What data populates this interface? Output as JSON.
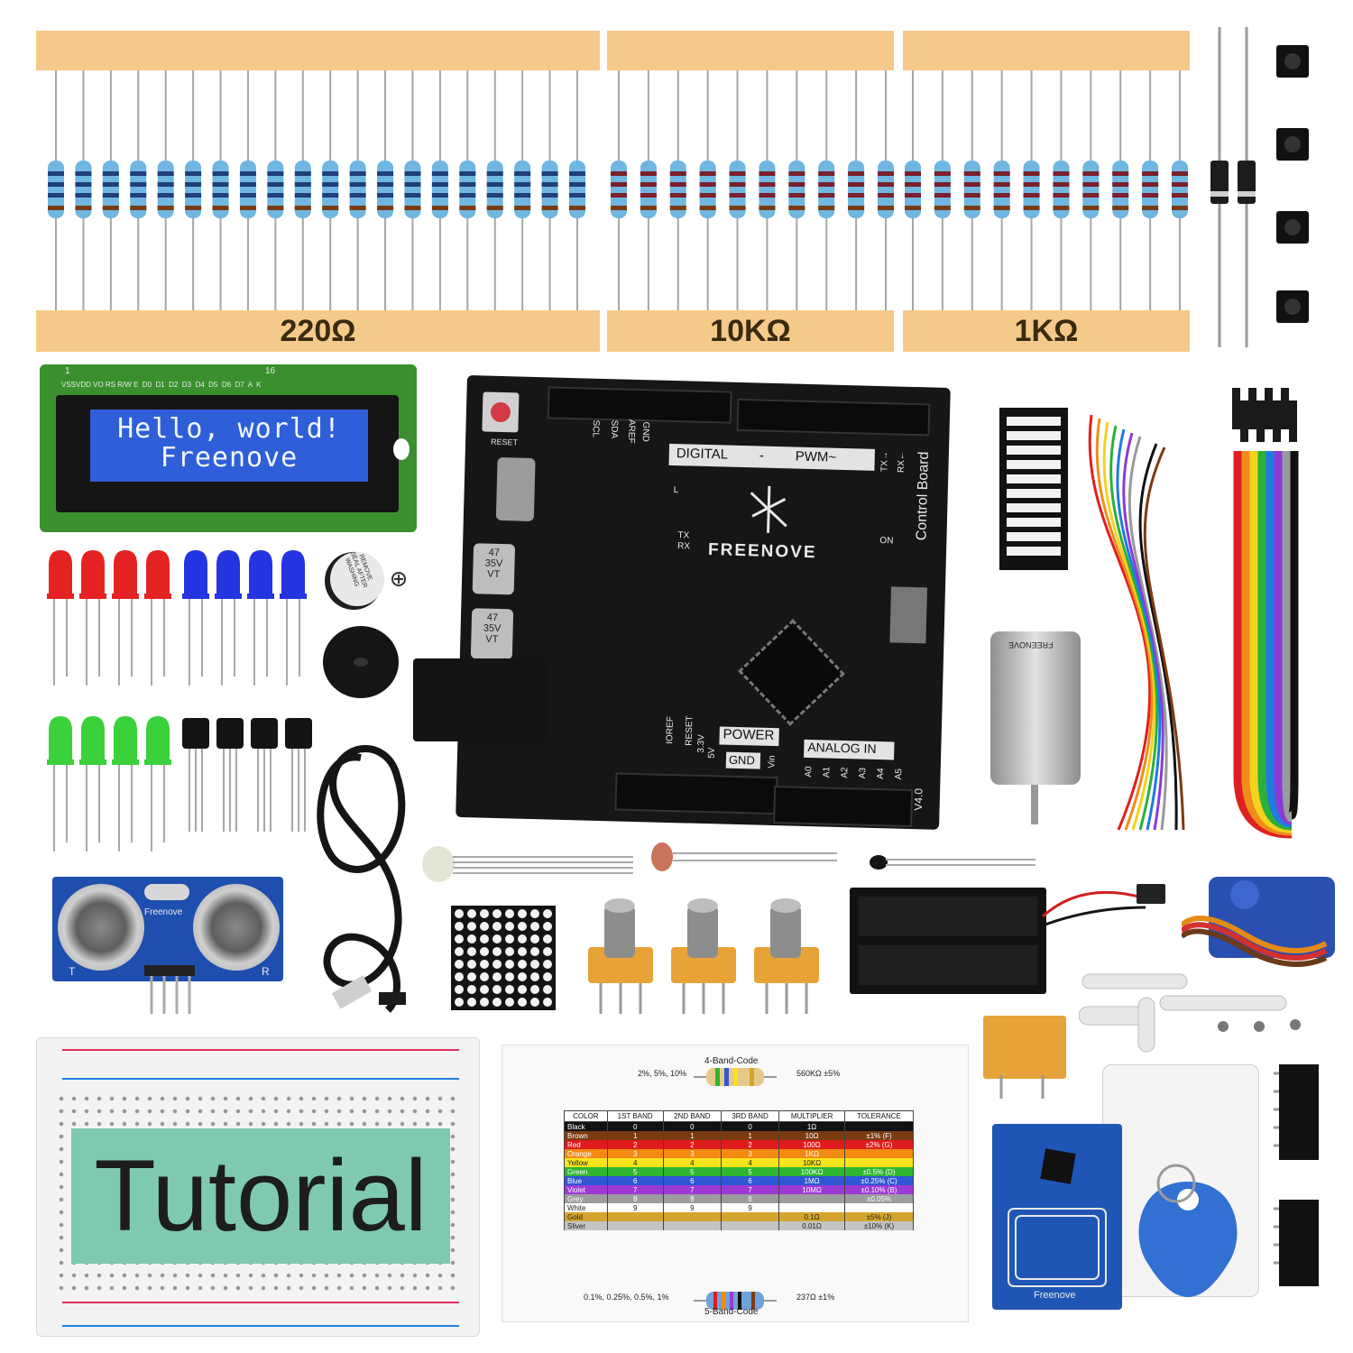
{
  "resistor_strips": [
    {
      "label": "220Ω",
      "count": 20,
      "band": "#1f3f7a"
    },
    {
      "label": "10KΩ",
      "count": 10,
      "band": "#7b1f2d"
    },
    {
      "label": "1KΩ",
      "count": 10,
      "band": "#7b1f2d"
    }
  ],
  "lcd": {
    "line1": "Hello, world!",
    "line2": "Freenove",
    "pins_left": "1",
    "pins_right": "16",
    "pin_labels": "VSSVDD VO RS R/W E  D0  D1  D2  D3  D4  D5  D6  D7  A  K"
  },
  "board": {
    "brand": "FREENOVE",
    "title": "Control Board",
    "reset": "RESET",
    "digital": "DIGITAL",
    "dash": "-",
    "pwm": "PWM~",
    "tx": "TX",
    "rx": "RX",
    "led_l": "L",
    "led_tx": "TX",
    "led_rx": "RX",
    "on": "ON",
    "power": "POWER",
    "analog": "ANALOG IN",
    "gnd": "GND",
    "version": "V4.0",
    "cap_value": "47",
    "cap_voltage": "35V",
    "cap_vt": "VT",
    "power_pins": [
      "IOREF",
      "RESET",
      "3.3V",
      "5V",
      "GND",
      "Vin"
    ],
    "analog_pins": [
      "A0",
      "A1",
      "A2",
      "A3",
      "A4",
      "A5"
    ],
    "top_pins": [
      "SCL",
      "SDA",
      "AREF",
      "GND"
    ],
    "tx_arrow": "TX→",
    "rx_arrow": "RX←"
  },
  "buzzer_sticker": "REMOVE SEAL AFTER WASHING",
  "ultrasonic": {
    "brand": "Freenove",
    "t": "T",
    "r": "R"
  },
  "breadboard_label": "Tutorial",
  "motor_label": "FREENOVE",
  "rfid_label": "Freenove",
  "color_card": {
    "four_band_title": "4-Band-Code",
    "four_band_left": "2%, 5%, 10%",
    "four_band_right": "560KΩ ±5%",
    "five_band_title": "5-Band-Code",
    "five_band_left": "0.1%, 0.25%, 0.5%, 1%",
    "five_band_right": "237Ω ±1%",
    "headers": [
      "COLOR",
      "1ST BAND",
      "2ND BAND",
      "3RD BAND",
      "MULTIPLIER",
      "TOLERANCE"
    ],
    "rows": [
      {
        "color": "Black",
        "b1": "0",
        "b2": "0",
        "b3": "0",
        "mult": "1Ω",
        "tol": "",
        "hex": "#111111",
        "fg": "#ffffff"
      },
      {
        "color": "Brown",
        "b1": "1",
        "b2": "1",
        "b3": "1",
        "mult": "10Ω",
        "tol": "±1%    (F)",
        "hex": "#7a3b12",
        "fg": "#ffffff"
      },
      {
        "color": "Red",
        "b1": "2",
        "b2": "2",
        "b3": "2",
        "mult": "100Ω",
        "tol": "±2%    (G)",
        "hex": "#e01b1b",
        "fg": "#ffffff"
      },
      {
        "color": "Orange",
        "b1": "3",
        "b2": "3",
        "b3": "3",
        "mult": "1KΩ",
        "tol": "",
        "hex": "#f28a12",
        "fg": "#ffffff"
      },
      {
        "color": "Yellow",
        "b1": "4",
        "b2": "4",
        "b3": "4",
        "mult": "10KΩ",
        "tol": "",
        "hex": "#f7e41c",
        "fg": "#222222"
      },
      {
        "color": "Green",
        "b1": "5",
        "b2": "5",
        "b3": "5",
        "mult": "100KΩ",
        "tol": "±0.5%  (D)",
        "hex": "#2fb52f",
        "fg": "#ffffff"
      },
      {
        "color": "Blue",
        "b1": "6",
        "b2": "6",
        "b3": "6",
        "mult": "1MΩ",
        "tol": "±0.25% (C)",
        "hex": "#2f57d6",
        "fg": "#ffffff"
      },
      {
        "color": "Violet",
        "b1": "7",
        "b2": "7",
        "b3": "7",
        "mult": "10MΩ",
        "tol": "±0.10% (B)",
        "hex": "#9b3ad6",
        "fg": "#ffffff"
      },
      {
        "color": "Grey",
        "b1": "8",
        "b2": "8",
        "b3": "8",
        "mult": "",
        "tol": "±0.05%",
        "hex": "#9c9c9c",
        "fg": "#ffffff"
      },
      {
        "color": "White",
        "b1": "9",
        "b2": "9",
        "b3": "9",
        "mult": "",
        "tol": "",
        "hex": "#ffffff",
        "fg": "#222222"
      },
      {
        "color": "Gold",
        "b1": "",
        "b2": "",
        "b3": "",
        "mult": "0.1Ω",
        "tol": "±5%    (J)",
        "hex": "#d3a52c",
        "fg": "#222222"
      },
      {
        "color": "Sliver",
        "b1": "",
        "b2": "",
        "b3": "",
        "mult": "0.01Ω",
        "tol": "±10%   (K)",
        "hex": "#c4c4c4",
        "fg": "#222222"
      }
    ]
  },
  "colors": {
    "tape": "#f5c98a",
    "lcd_green": "#3b8f2f",
    "lcd_screen": "#2f5fd8",
    "board_black": "#161616",
    "breadboard_label_bg": "#7fc9b0",
    "servo_blue": "#2a4fb0",
    "rfid_blue": "#1f55b5"
  }
}
